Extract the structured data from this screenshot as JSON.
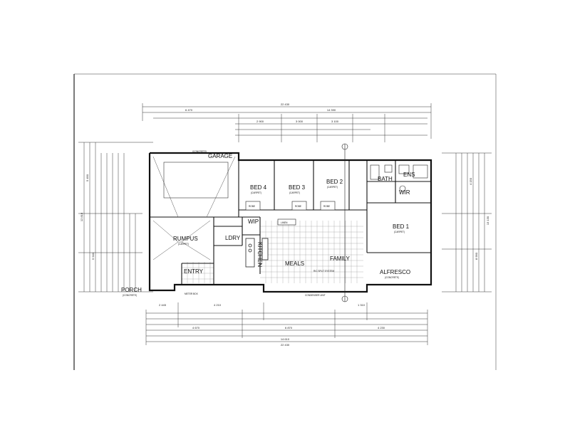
{
  "plan": {
    "rooms": {
      "garage": {
        "name": "GARAGE",
        "note": "(CONCRETE)"
      },
      "bed4": {
        "name": "BED 4",
        "note": "(CARPET)"
      },
      "bed3": {
        "name": "BED 3",
        "note": "(CARPET)"
      },
      "bed2": {
        "name": "BED 2",
        "note": "(CARPET)"
      },
      "bath": {
        "name": "BATH"
      },
      "ens": {
        "name": "ENS"
      },
      "wir": {
        "name": "WIR"
      },
      "bed1": {
        "name": "BED 1",
        "note": "(CARPET)"
      },
      "rumpus": {
        "name": "RUMPUS",
        "note": "(CARPET)"
      },
      "wip": {
        "name": "WIP"
      },
      "ldry": {
        "name": "LDRY"
      },
      "kitchen": {
        "name": "KITCHEN"
      },
      "meals": {
        "name": "MEALS"
      },
      "family": {
        "name": "FAMILY"
      },
      "entry": {
        "name": "ENTRY"
      },
      "alfresco": {
        "name": "ALFRESCO",
        "note": "(CONCRETE)"
      },
      "porch": {
        "name": "PORCH",
        "note": "(CONCRETE)"
      }
    },
    "fixtures": {
      "robe": "ROBE",
      "linen": "LINEN",
      "condenser": "CONDENSER UNIT",
      "split_system": "R/C SPLIT SYSTEM",
      "meter_box": "METER BOX"
    },
    "dims": {
      "top_overall": "22 430",
      "top_house": "14 390",
      "top_garage": "6 470",
      "bottom_overall": "22 430",
      "bottom_house": "14 610",
      "bottom_a": "4 670",
      "bottom_b": "6 870",
      "bottom_c": "4 230",
      "left_overall": "12 810",
      "left_a": "5 490",
      "left_b": "5 940",
      "right_overall": "13 130",
      "right_a": "4 150",
      "right_b": "8 990",
      "porch_w": "2 445",
      "entry_w": "4 210",
      "family_w": "1 310",
      "garage_beds": "2 900",
      "bed3_w": "3 000",
      "bed2_w": "3 100"
    }
  }
}
